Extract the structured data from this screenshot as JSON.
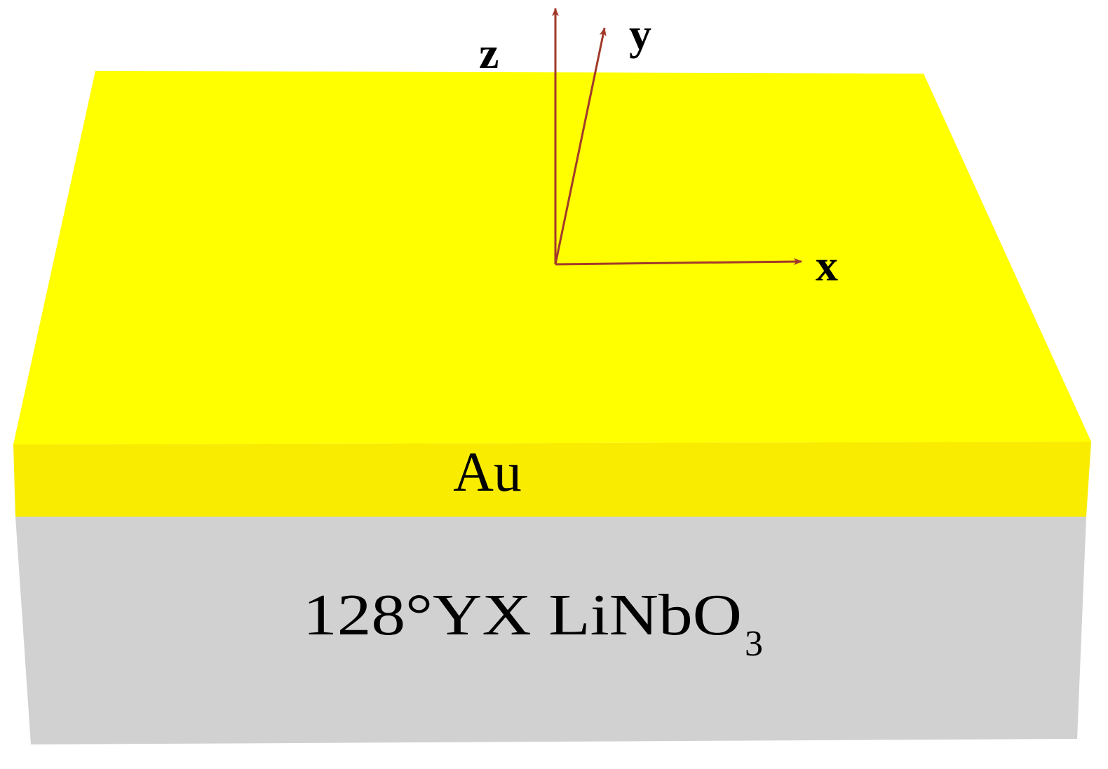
{
  "layers": {
    "top": {
      "label": "Au",
      "colors": {
        "top_face": "#ffff00",
        "side_face": "#f9ec00"
      }
    },
    "bottom": {
      "label_main": "128°YX LiNbO",
      "label_subscript": "3",
      "colors": {
        "side_face": "#d1d1d1"
      }
    }
  },
  "axes": {
    "color": "#a13a2a",
    "x_label": "x",
    "y_label": "y",
    "z_label": "z"
  }
}
